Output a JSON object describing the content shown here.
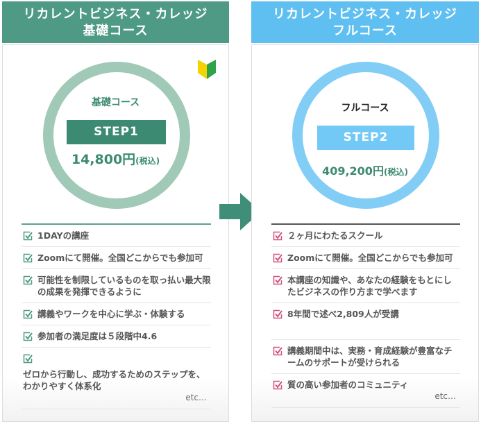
{
  "left": {
    "header": [
      "リカレントビジネス・カレッジ",
      "基礎コース"
    ],
    "course": "基礎コース",
    "step": "STEP1",
    "price": "14,800円",
    "tax": "(税込)",
    "color": "#4e9a84",
    "badge_icon": "beginner-mark-icon",
    "items": [
      "1DAYの講座",
      "Zoomにて開催。全国どこからでも参加可",
      "可能性を制限しているものを取っ払い最大限の成果を発揮できるように",
      "講義やワークを中心に学ぶ・体験する",
      "参加者の満足度は５段階中4.6",
      "ゼロから行動し、成功するためのステップを、わかりやすく体系化"
    ],
    "etc": "etc…"
  },
  "right": {
    "header": [
      "リカレントビジネス・カレッジ",
      "フルコース"
    ],
    "course": "フルコース",
    "step": "STEP2",
    "price": "409,200円",
    "tax": "(税込)",
    "color": "#5fbff0",
    "items": [
      "２ヶ月にわたるスクール",
      "Zoomにて開催。全国どこからでも参加可",
      "本講座の知識や、あなたの経験をもとにしたビジネスの作り方まで学べます",
      "8年間で述べ2,809人が受講",
      "講義期間中は、実務・育成経験が豊富なチームのサポートが受けられる",
      "質の高い参加者のコミュニティ"
    ],
    "etc": "etc…"
  }
}
